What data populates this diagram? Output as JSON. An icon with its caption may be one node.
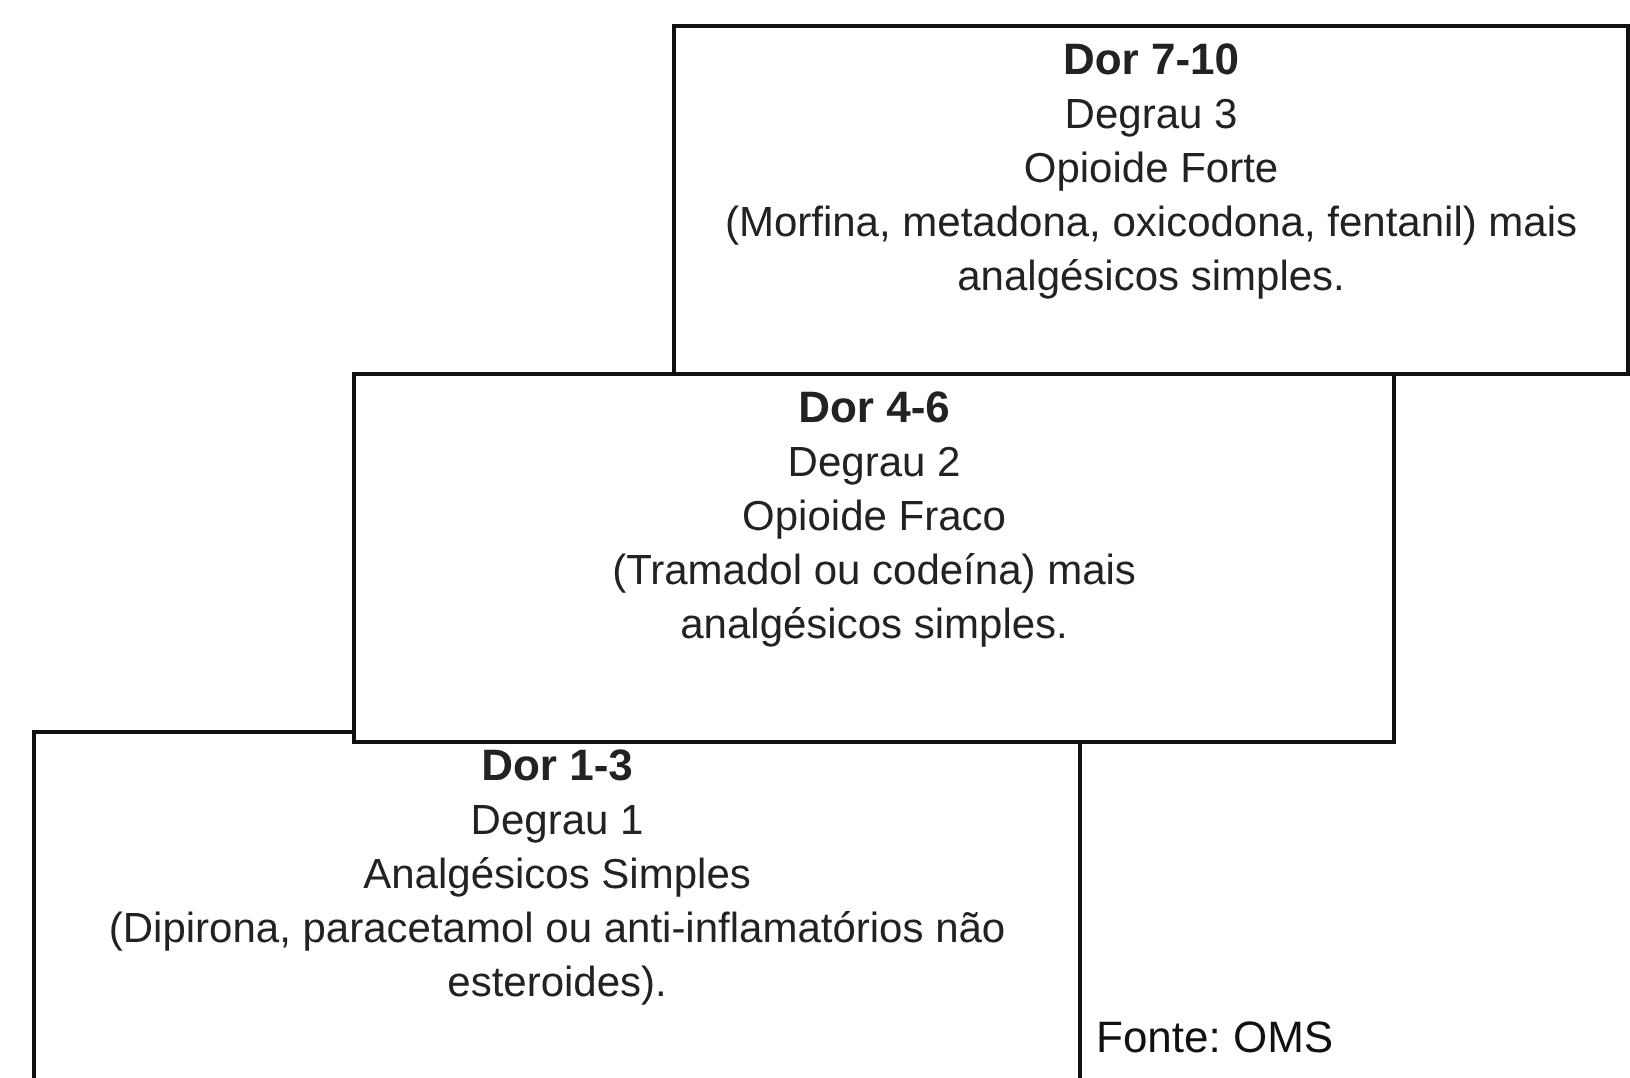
{
  "diagram": {
    "nodes": [
      {
        "text": [
          "Dor 7-10",
          "Degrau 3",
          "Opioide Forte",
          "(Morfina, metadona, oxicodona, fentanil) mais analgésicos simples."
        ]
      },
      {
        "text": [
          "Dor 4-6",
          "Degrau 2",
          "Opioide Fraco",
          "(Tramadol ou codeína) mais analgésicos simples."
        ]
      },
      {
        "text": [
          "Dor 1-3",
          "Degrau 1",
          "Analgésicos Simples",
          "(Dipirona, paracetamol ou anti-inflamatórios não esteroides)."
        ]
      }
    ],
    "edges": [],
    "labels": [
      "Fonte: OMS"
    ]
  }
}
